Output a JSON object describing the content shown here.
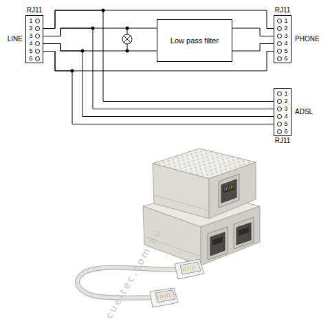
{
  "diagram": {
    "nodes": [
      {
        "text": [
          "RJ11",
          "1",
          "2",
          "3",
          "4",
          "5",
          "6",
          "LINE"
        ]
      },
      {
        "text": [
          "Low pass filter"
        ]
      },
      {
        "text": [
          "RJ11",
          "1",
          "2",
          "3",
          "4",
          "5",
          "6",
          "PHONE"
        ]
      },
      {
        "text": [
          "1",
          "2",
          "3",
          "4",
          "5",
          "6",
          "ADSL",
          "RJ11"
        ]
      }
    ],
    "edges": [
      {
        "from": 0,
        "to": 2,
        "arrow": "none"
      },
      {
        "from": 0,
        "to": 1,
        "arrow": "none"
      },
      {
        "from": 0,
        "to": 1,
        "arrow": "none"
      },
      {
        "from": 0,
        "to": 2,
        "arrow": "none"
      },
      {
        "from": 1,
        "to": 2,
        "arrow": "none"
      },
      {
        "from": 1,
        "to": 2,
        "arrow": "none"
      },
      {
        "from": 0,
        "to": 3,
        "arrow": "none"
      },
      {
        "from": 0,
        "to": 3,
        "arrow": "none"
      },
      {
        "from": 0,
        "to": 3,
        "arrow": "none"
      },
      {
        "from": 0,
        "to": 3,
        "arrow": "none"
      }
    ],
    "labels": [
      "cueltec.com.au"
    ]
  }
}
